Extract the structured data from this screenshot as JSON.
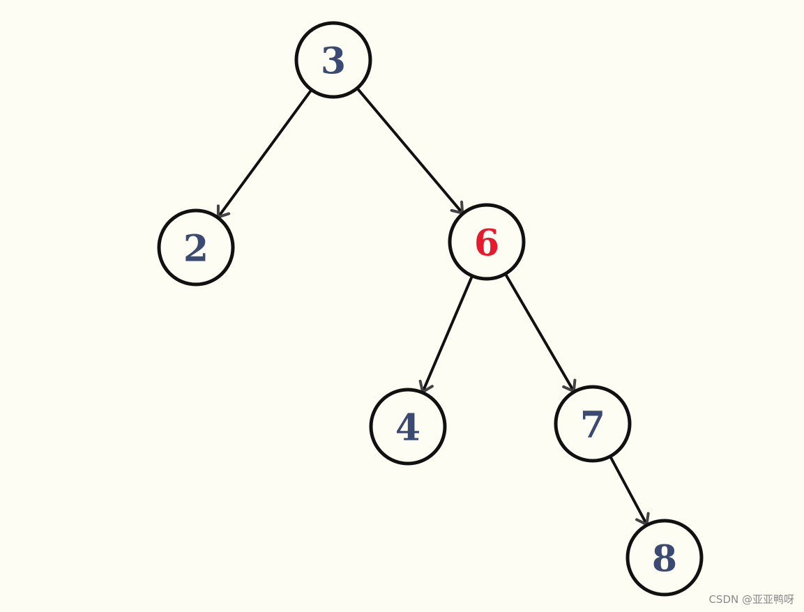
{
  "colors": {
    "background": "#fdfdf3",
    "node_text": "#3b4a72",
    "highlight_text": "#e8192c",
    "stroke": "#111111"
  },
  "nodes": [
    {
      "id": "n3",
      "label": "3",
      "highlight": false
    },
    {
      "id": "n2",
      "label": "2",
      "highlight": false
    },
    {
      "id": "n6",
      "label": "6",
      "highlight": true
    },
    {
      "id": "n4",
      "label": "4",
      "highlight": false
    },
    {
      "id": "n7",
      "label": "7",
      "highlight": false
    },
    {
      "id": "n8",
      "label": "8",
      "highlight": false
    }
  ],
  "edges": [
    {
      "from": "n3",
      "to": "n2"
    },
    {
      "from": "n3",
      "to": "n6"
    },
    {
      "from": "n6",
      "to": "n4"
    },
    {
      "from": "n6",
      "to": "n7"
    },
    {
      "from": "n7",
      "to": "n8"
    }
  ],
  "watermark": "CSDN @亚亚鸭呀"
}
